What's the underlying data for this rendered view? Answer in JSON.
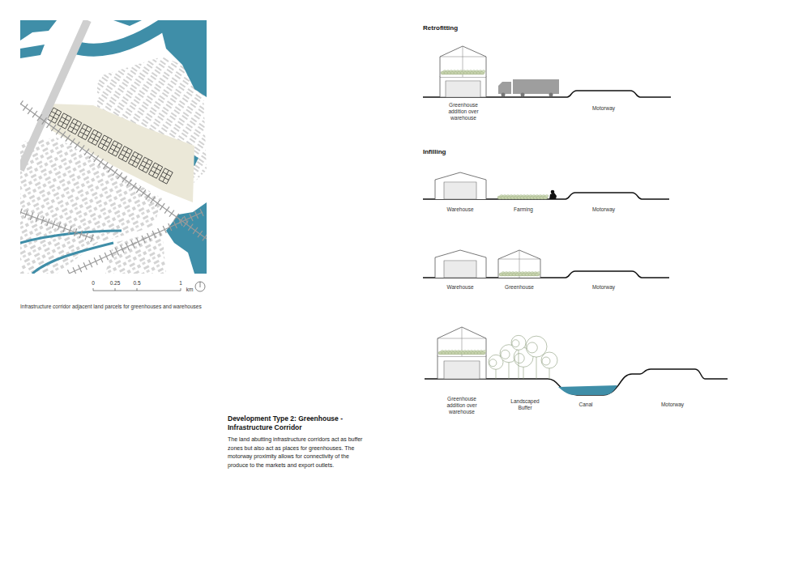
{
  "diagram": {
    "title": "Development Type 2: Greenhouse - Infrastructure Corridor",
    "caption": "Infrastructure corridor adjacent land parcels for greenhouses and warehouses",
    "labels": [
      "Retrofitting",
      "Greenhouse addition over warehouse",
      "Motorway",
      "Infilling",
      "Warehouse",
      "Farming",
      "Motorway",
      "Warehouse",
      "Greenhouse",
      "Motorway",
      "Greenhouse addition over warehouse",
      "Landscaped Buffer",
      "Canal",
      "Motorway",
      "0",
      "0.25",
      "0.5",
      "1",
      "km",
      "The land abutting infrastructure corridors act as buffer zones but also act as places for greenhouses. The motorway proximity allows for connectivity of the produce to the markets and export outlets."
    ]
  }
}
